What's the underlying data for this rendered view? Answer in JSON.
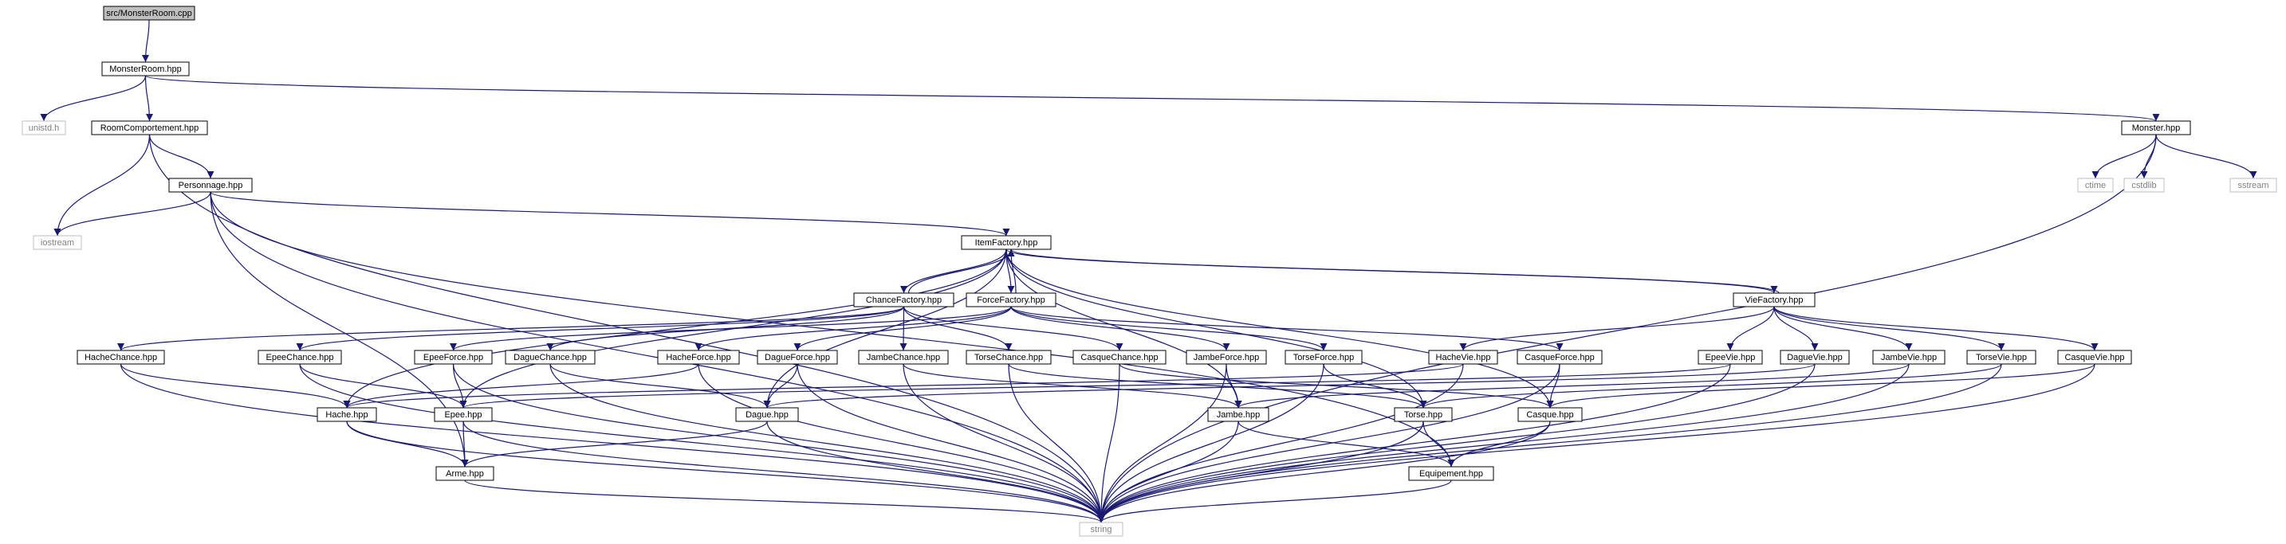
{
  "colors": {
    "edge": "#191970",
    "node_border": "#000000",
    "node_fill": "#ffffff",
    "root_fill": "#bfbfbf",
    "external_border": "#bfbfbf",
    "external_text": "#7f7f7f",
    "text": "#000000"
  },
  "nodes": [
    {
      "id": "monsterroom_cpp",
      "label": "src/MonsterRoom.cpp",
      "kind": "root"
    },
    {
      "id": "monsterroom_hpp",
      "label": "MonsterRoom.hpp",
      "kind": "file"
    },
    {
      "id": "unistd_h",
      "label": "unistd.h",
      "kind": "external"
    },
    {
      "id": "roomcomportement_hpp",
      "label": "RoomComportement.hpp",
      "kind": "file"
    },
    {
      "id": "monster_hpp",
      "label": "Monster.hpp",
      "kind": "file"
    },
    {
      "id": "ctime",
      "label": "ctime",
      "kind": "external"
    },
    {
      "id": "cstdlib",
      "label": "cstdlib",
      "kind": "external"
    },
    {
      "id": "sstream",
      "label": "sstream",
      "kind": "external"
    },
    {
      "id": "personnage_hpp",
      "label": "Personnage.hpp",
      "kind": "file"
    },
    {
      "id": "iostream",
      "label": "iostream",
      "kind": "external"
    },
    {
      "id": "itemfactory_hpp",
      "label": "ItemFactory.hpp",
      "kind": "file"
    },
    {
      "id": "chancefactory_hpp",
      "label": "ChanceFactory.hpp",
      "kind": "file"
    },
    {
      "id": "forcefactory_hpp",
      "label": "ForceFactory.hpp",
      "kind": "file"
    },
    {
      "id": "viefactory_hpp",
      "label": "VieFactory.hpp",
      "kind": "file"
    },
    {
      "id": "hachechance_hpp",
      "label": "HacheChance.hpp",
      "kind": "file"
    },
    {
      "id": "epeechance_hpp",
      "label": "EpeeChance.hpp",
      "kind": "file"
    },
    {
      "id": "epeeforce_hpp",
      "label": "EpeeForce.hpp",
      "kind": "file"
    },
    {
      "id": "daguechance_hpp",
      "label": "DagueChance.hpp",
      "kind": "file"
    },
    {
      "id": "hacheforce_hpp",
      "label": "HacheForce.hpp",
      "kind": "file"
    },
    {
      "id": "dagueforce_hpp",
      "label": "DagueForce.hpp",
      "kind": "file"
    },
    {
      "id": "jambechance_hpp",
      "label": "JambeChance.hpp",
      "kind": "file"
    },
    {
      "id": "torsechance_hpp",
      "label": "TorseChance.hpp",
      "kind": "file"
    },
    {
      "id": "casquechance_hpp",
      "label": "CasqueChance.hpp",
      "kind": "file"
    },
    {
      "id": "jambeforce_hpp",
      "label": "JambeForce.hpp",
      "kind": "file"
    },
    {
      "id": "torseforce_hpp",
      "label": "TorseForce.hpp",
      "kind": "file"
    },
    {
      "id": "hachevie_hpp",
      "label": "HacheVie.hpp",
      "kind": "file"
    },
    {
      "id": "casqueforce_hpp",
      "label": "CasqueForce.hpp",
      "kind": "file"
    },
    {
      "id": "epeevie_hpp",
      "label": "EpeeVie.hpp",
      "kind": "file"
    },
    {
      "id": "daguevie_hpp",
      "label": "DagueVie.hpp",
      "kind": "file"
    },
    {
      "id": "jambevie_hpp",
      "label": "JambeVie.hpp",
      "kind": "file"
    },
    {
      "id": "torsevie_hpp",
      "label": "TorseVie.hpp",
      "kind": "file"
    },
    {
      "id": "casquevie_hpp",
      "label": "CasqueVie.hpp",
      "kind": "file"
    },
    {
      "id": "hache_hpp",
      "label": "Hache.hpp",
      "kind": "file"
    },
    {
      "id": "epee_hpp",
      "label": "Epee.hpp",
      "kind": "file"
    },
    {
      "id": "dague_hpp",
      "label": "Dague.hpp",
      "kind": "file"
    },
    {
      "id": "jambe_hpp",
      "label": "Jambe.hpp",
      "kind": "file"
    },
    {
      "id": "torse_hpp",
      "label": "Torse.hpp",
      "kind": "file"
    },
    {
      "id": "casque_hpp",
      "label": "Casque.hpp",
      "kind": "file"
    },
    {
      "id": "arme_hpp",
      "label": "Arme.hpp",
      "kind": "file"
    },
    {
      "id": "equipement_hpp",
      "label": "Equipement.hpp",
      "kind": "file"
    },
    {
      "id": "string",
      "label": "string",
      "kind": "external"
    }
  ],
  "edges": [
    [
      "monsterroom_cpp",
      "monsterroom_hpp"
    ],
    [
      "monsterroom_hpp",
      "unistd_h"
    ],
    [
      "monsterroom_hpp",
      "roomcomportement_hpp"
    ],
    [
      "monsterroom_hpp",
      "monster_hpp"
    ],
    [
      "monster_hpp",
      "ctime"
    ],
    [
      "monster_hpp",
      "cstdlib"
    ],
    [
      "monster_hpp",
      "sstream"
    ],
    [
      "monster_hpp",
      "string"
    ],
    [
      "roomcomportement_hpp",
      "personnage_hpp"
    ],
    [
      "roomcomportement_hpp",
      "iostream"
    ],
    [
      "roomcomportement_hpp",
      "string"
    ],
    [
      "personnage_hpp",
      "iostream"
    ],
    [
      "personnage_hpp",
      "itemfactory_hpp"
    ],
    [
      "personnage_hpp",
      "string"
    ],
    [
      "personnage_hpp",
      "arme_hpp"
    ],
    [
      "personnage_hpp",
      "equipement_hpp"
    ],
    [
      "itemfactory_hpp",
      "chancefactory_hpp"
    ],
    [
      "itemfactory_hpp",
      "forcefactory_hpp"
    ],
    [
      "itemfactory_hpp",
      "viefactory_hpp"
    ],
    [
      "itemfactory_hpp",
      "hache_hpp"
    ],
    [
      "itemfactory_hpp",
      "epee_hpp"
    ],
    [
      "itemfactory_hpp",
      "dague_hpp"
    ],
    [
      "itemfactory_hpp",
      "jambe_hpp"
    ],
    [
      "itemfactory_hpp",
      "torse_hpp"
    ],
    [
      "itemfactory_hpp",
      "casque_hpp"
    ],
    [
      "chancefactory_hpp",
      "itemfactory_hpp"
    ],
    [
      "forcefactory_hpp",
      "itemfactory_hpp"
    ],
    [
      "viefactory_hpp",
      "itemfactory_hpp"
    ],
    [
      "chancefactory_hpp",
      "hachechance_hpp"
    ],
    [
      "chancefactory_hpp",
      "epeechance_hpp"
    ],
    [
      "chancefactory_hpp",
      "daguechance_hpp"
    ],
    [
      "chancefactory_hpp",
      "jambechance_hpp"
    ],
    [
      "chancefactory_hpp",
      "torsechance_hpp"
    ],
    [
      "chancefactory_hpp",
      "casquechance_hpp"
    ],
    [
      "forcefactory_hpp",
      "epeeforce_hpp"
    ],
    [
      "forcefactory_hpp",
      "hacheforce_hpp"
    ],
    [
      "forcefactory_hpp",
      "dagueforce_hpp"
    ],
    [
      "forcefactory_hpp",
      "jambeforce_hpp"
    ],
    [
      "forcefactory_hpp",
      "torseforce_hpp"
    ],
    [
      "forcefactory_hpp",
      "casqueforce_hpp"
    ],
    [
      "viefactory_hpp",
      "hachevie_hpp"
    ],
    [
      "viefactory_hpp",
      "epeevie_hpp"
    ],
    [
      "viefactory_hpp",
      "daguevie_hpp"
    ],
    [
      "viefactory_hpp",
      "jambevie_hpp"
    ],
    [
      "viefactory_hpp",
      "torsevie_hpp"
    ],
    [
      "viefactory_hpp",
      "casquevie_hpp"
    ],
    [
      "hachechance_hpp",
      "hache_hpp"
    ],
    [
      "hachechance_hpp",
      "string"
    ],
    [
      "epeechance_hpp",
      "epee_hpp"
    ],
    [
      "epeechance_hpp",
      "string"
    ],
    [
      "epeeforce_hpp",
      "epee_hpp"
    ],
    [
      "epeeforce_hpp",
      "string"
    ],
    [
      "daguechance_hpp",
      "dague_hpp"
    ],
    [
      "daguechance_hpp",
      "string"
    ],
    [
      "hacheforce_hpp",
      "hache_hpp"
    ],
    [
      "hacheforce_hpp",
      "string"
    ],
    [
      "dagueforce_hpp",
      "dague_hpp"
    ],
    [
      "dagueforce_hpp",
      "string"
    ],
    [
      "jambechance_hpp",
      "jambe_hpp"
    ],
    [
      "jambechance_hpp",
      "string"
    ],
    [
      "torsechance_hpp",
      "torse_hpp"
    ],
    [
      "torsechance_hpp",
      "string"
    ],
    [
      "casquechance_hpp",
      "casque_hpp"
    ],
    [
      "casquechance_hpp",
      "string"
    ],
    [
      "jambeforce_hpp",
      "jambe_hpp"
    ],
    [
      "jambeforce_hpp",
      "string"
    ],
    [
      "torseforce_hpp",
      "torse_hpp"
    ],
    [
      "torseforce_hpp",
      "string"
    ],
    [
      "casqueforce_hpp",
      "casque_hpp"
    ],
    [
      "casqueforce_hpp",
      "string"
    ],
    [
      "hachevie_hpp",
      "hache_hpp"
    ],
    [
      "hachevie_hpp",
      "string"
    ],
    [
      "epeevie_hpp",
      "epee_hpp"
    ],
    [
      "epeevie_hpp",
      "string"
    ],
    [
      "daguevie_hpp",
      "dague_hpp"
    ],
    [
      "daguevie_hpp",
      "string"
    ],
    [
      "jambevie_hpp",
      "jambe_hpp"
    ],
    [
      "jambevie_hpp",
      "string"
    ],
    [
      "torsevie_hpp",
      "torse_hpp"
    ],
    [
      "torsevie_hpp",
      "string"
    ],
    [
      "casquevie_hpp",
      "casque_hpp"
    ],
    [
      "casquevie_hpp",
      "string"
    ],
    [
      "hache_hpp",
      "arme_hpp"
    ],
    [
      "hache_hpp",
      "string"
    ],
    [
      "epee_hpp",
      "arme_hpp"
    ],
    [
      "epee_hpp",
      "string"
    ],
    [
      "dague_hpp",
      "arme_hpp"
    ],
    [
      "dague_hpp",
      "string"
    ],
    [
      "jambe_hpp",
      "equipement_hpp"
    ],
    [
      "jambe_hpp",
      "string"
    ],
    [
      "torse_hpp",
      "equipement_hpp"
    ],
    [
      "torse_hpp",
      "string"
    ],
    [
      "casque_hpp",
      "equipement_hpp"
    ],
    [
      "casque_hpp",
      "string"
    ],
    [
      "arme_hpp",
      "string"
    ],
    [
      "equipement_hpp",
      "string"
    ]
  ]
}
